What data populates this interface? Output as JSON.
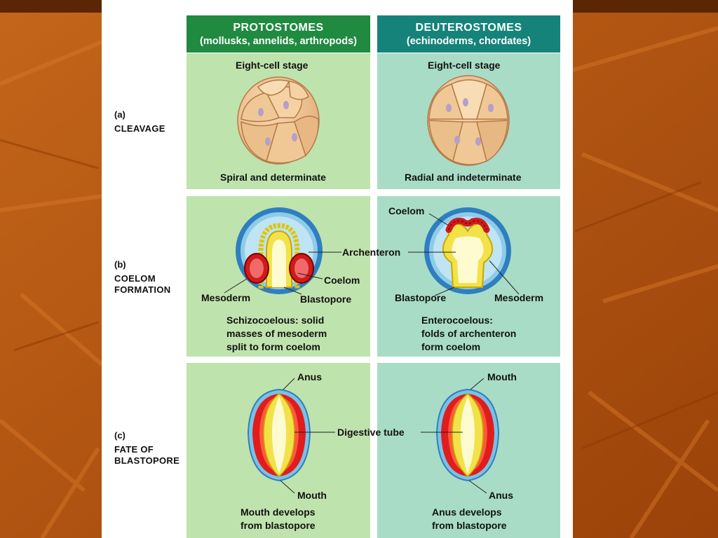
{
  "colors": {
    "protostome_header": "#1f8a40",
    "deuterostome_header": "#15837a",
    "protostome_panel": "#bfe3ad",
    "deuterostome_panel": "#a8dcc6",
    "background": "#b2560f"
  },
  "headers": {
    "protostomes": {
      "title": "PROTOSTOMES",
      "subtitle": "(mollusks, annelids, arthropods)"
    },
    "deuterostomes": {
      "title": "DEUTEROSTOMES",
      "subtitle": "(echinoderms, chordates)"
    }
  },
  "rows": {
    "a": {
      "letter": "(a)",
      "title_line1": "CLEAVAGE",
      "title_line2": ""
    },
    "b": {
      "letter": "(b)",
      "title_line1": "COELOM",
      "title_line2": "FORMATION"
    },
    "c": {
      "letter": "(c)",
      "title_line1": "FATE OF",
      "title_line2": "BLASTOPORE"
    }
  },
  "cleavage": {
    "proto_stage": "Eight-cell stage",
    "deut_stage": "Eight-cell stage",
    "proto_type": "Spiral and determinate",
    "deut_type": "Radial and indeterminate"
  },
  "coelom": {
    "proto": {
      "mesoderm": "Mesoderm",
      "coelom": "Coelom",
      "blastopore": "Blastopore"
    },
    "deut": {
      "coelom": "Coelom",
      "blastopore": "Blastopore",
      "mesoderm": "Mesoderm"
    },
    "archenteron": "Archenteron",
    "proto_desc": [
      "Schizocoelous: solid",
      "masses of mesoderm",
      "split to form coelom"
    ],
    "deut_desc": [
      "Enterocoelous:",
      "folds of archenteron",
      "form coelom"
    ]
  },
  "fate": {
    "proto": {
      "top": "Anus",
      "bottom": "Mouth"
    },
    "deut": {
      "top": "Mouth",
      "bottom": "Anus"
    },
    "digestive_tube": "Digestive tube",
    "proto_desc": [
      "Mouth develops",
      "from blastopore"
    ],
    "deut_desc": [
      "Anus develops",
      "from blastopore"
    ]
  }
}
